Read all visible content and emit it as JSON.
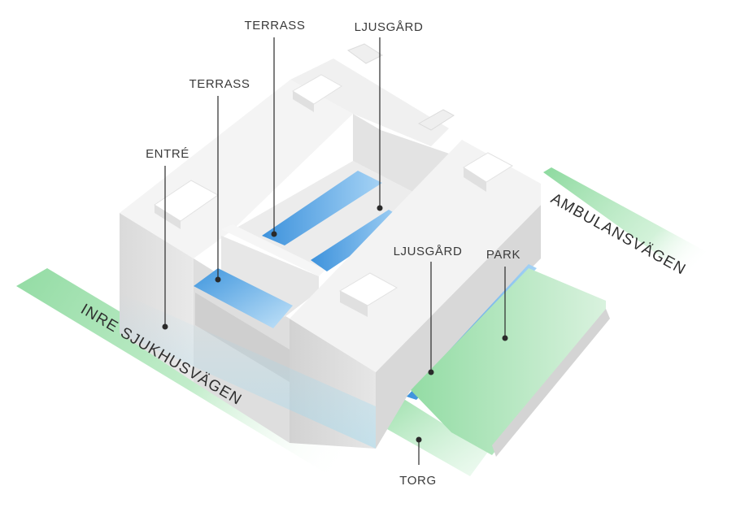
{
  "labels": {
    "terrass_top": "TERRASS",
    "ljusgard_top": "LJUSGÅRD",
    "terrass_left": "TERRASS",
    "entre": "ENTRÉ",
    "ljusgard_mid": "LJUSGÅRD",
    "park": "PARK",
    "torg": "TORG"
  },
  "roads": {
    "inre": "INRE SJUKHUSVÄGEN",
    "ambulans": "AMBULANSVÄGEN"
  },
  "colors": {
    "building_roof": "#f4f4f4",
    "building_wall_light": "#e8e8e8",
    "building_wall_dark": "#d6d6d6",
    "green": "#8fd9a0",
    "blue": "#4a9fe0",
    "background": "#ffffff"
  }
}
